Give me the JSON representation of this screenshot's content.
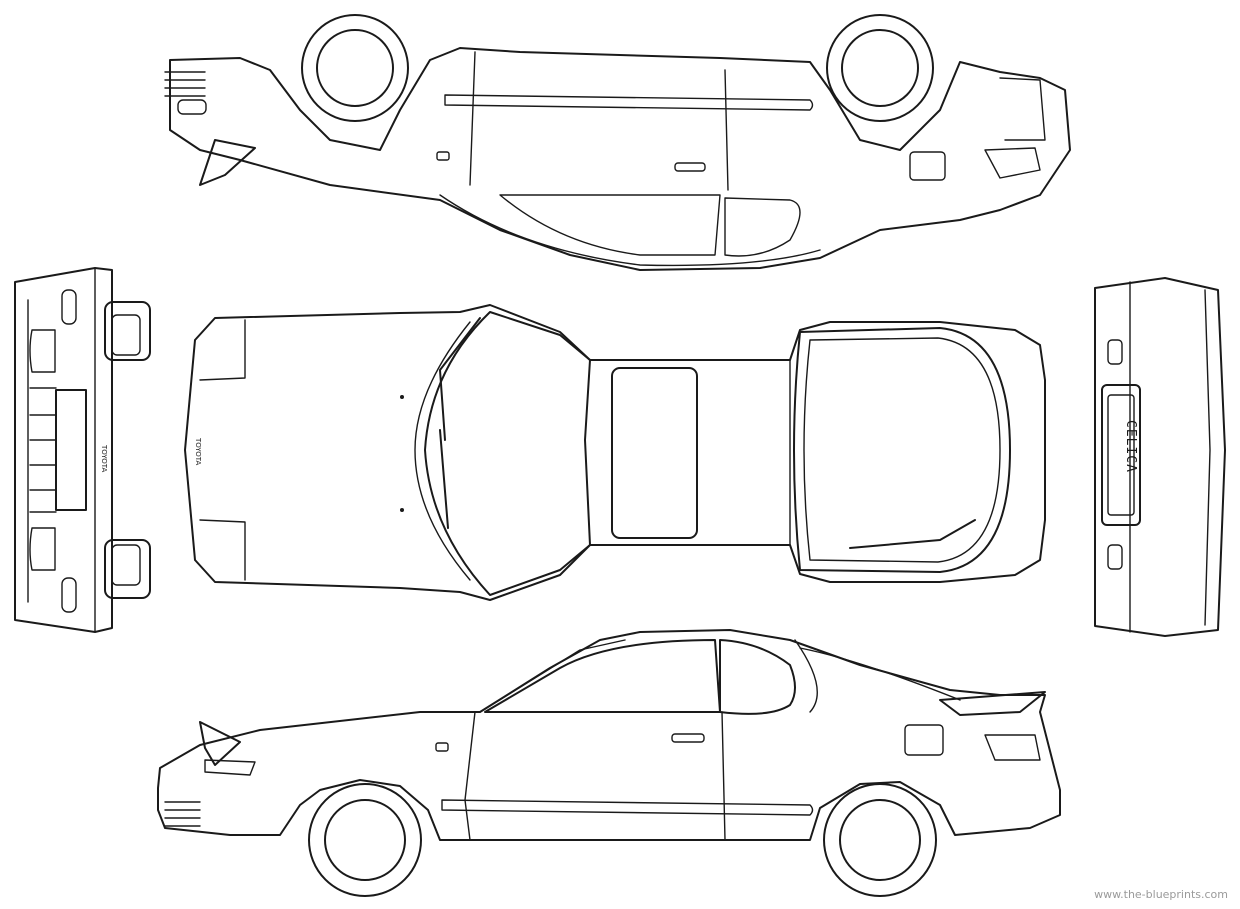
{
  "views": {
    "side_top": {
      "name": "side view (flipped)"
    },
    "top": {
      "badge_text": "TOYOTA"
    },
    "front": {
      "badge_text": "TOYOTA"
    },
    "rear": {
      "model_text": "CELICA"
    },
    "side_bottom": {
      "name": "side view"
    }
  },
  "watermark": "www.the-blueprints.com",
  "colors": {
    "line": "#1a1a1a",
    "background": "#ffffff",
    "watermark": "#9a9a9a"
  }
}
